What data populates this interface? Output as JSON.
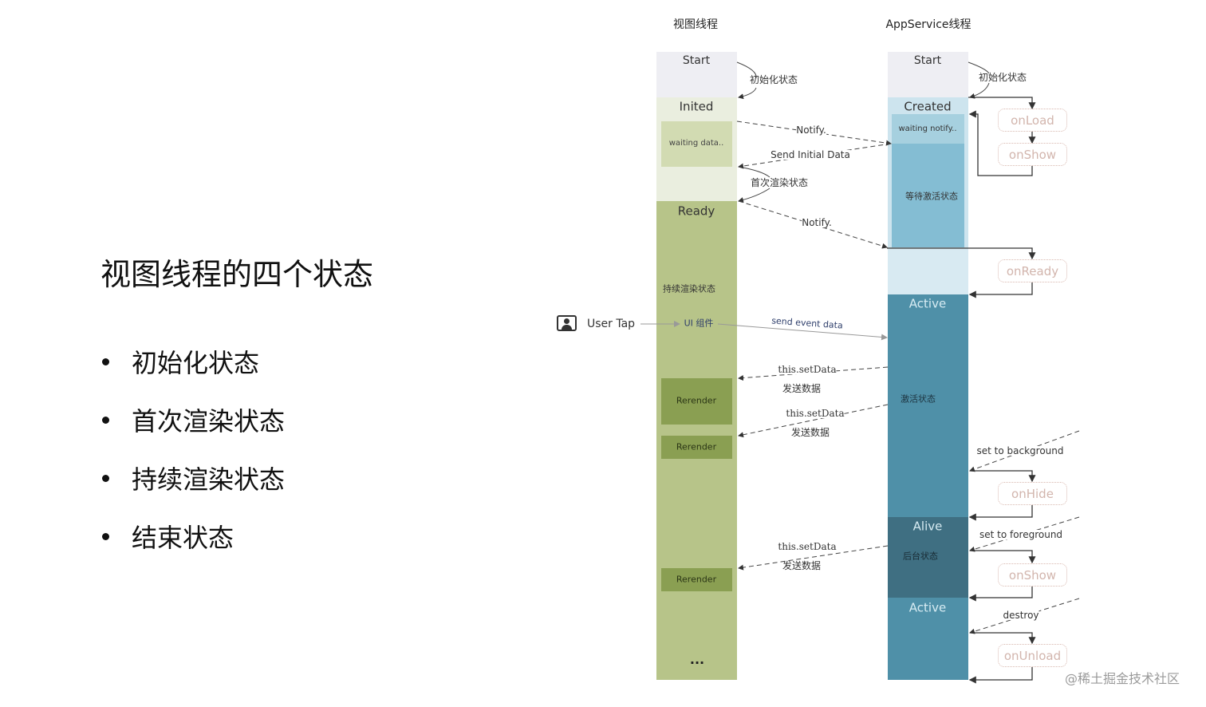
{
  "slide": {
    "title": "视图线程的四个状态",
    "bullets": [
      "初始化状态",
      "首次渲染状态",
      "持续渲染状态",
      "结束状态"
    ]
  },
  "diagram": {
    "view_thread": {
      "header": "视图线程",
      "start": "Start",
      "inited": "Inited",
      "waiting": "waiting data..",
      "ready": "Ready",
      "continuous": "持续渲染状态",
      "ui": "UI 组件",
      "rerender": "Rerender",
      "ellipsis": "..."
    },
    "app_thread": {
      "header": "AppService线程",
      "start": "Start",
      "created": "Created",
      "waiting": "waiting notify..",
      "await_active": "等待激活状态",
      "active": "Active",
      "active_state": "激活状态",
      "alive": "Alive",
      "background_state": "后台状态",
      "active2": "Active"
    },
    "callbacks": {
      "onLoad": "onLoad",
      "onShow": "onShow",
      "onReady": "onReady",
      "onHide": "onHide",
      "onShow2": "onShow",
      "onUnload": "onUnload"
    },
    "arrows": {
      "init_left": "初始化状态",
      "init_right": "初始化状态",
      "notify1": "Notify.",
      "send_initial": "Send Initial Data",
      "first_render": "首次渲染状态",
      "notify2": "Notify.",
      "user_tap": "User Tap",
      "send_event": "send event data",
      "set_data": "this.setData",
      "send_cn": "发送数据",
      "set_bg": "set to background",
      "set_fg": "set to foreground",
      "destroy": "destroy"
    },
    "colors": {
      "view_ready": "#b5c385",
      "rerender": "#8a9f52",
      "active": "#4f90a8",
      "alive": "#3e6f82"
    }
  },
  "watermark": "@稀土掘金技术社区"
}
